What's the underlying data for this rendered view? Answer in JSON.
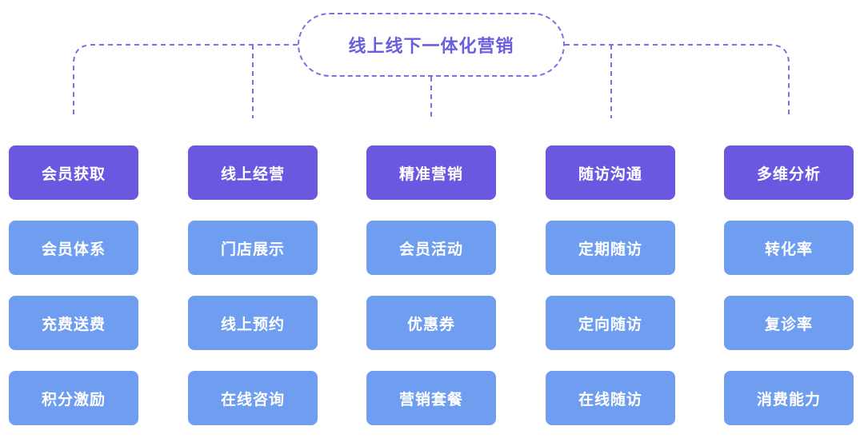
{
  "root": {
    "label": "线上线下一体化营销"
  },
  "colors": {
    "header": "#6a58e0",
    "item": "#6f9ef0",
    "line": "#7b6ee8",
    "root_text": "#6a5ee0"
  },
  "columns": [
    {
      "header": "会员获取",
      "items": [
        "会员体系",
        "充费送费",
        "积分激励"
      ]
    },
    {
      "header": "线上经营",
      "items": [
        "门店展示",
        "线上预约",
        "在线咨询"
      ]
    },
    {
      "header": "精准营销",
      "items": [
        "会员活动",
        "优惠券",
        "营销套餐"
      ]
    },
    {
      "header": "随访沟通",
      "items": [
        "定期随访",
        "定向随访",
        "在线随访"
      ]
    },
    {
      "header": "多维分析",
      "items": [
        "转化率",
        "复诊率",
        "消费能力"
      ]
    }
  ]
}
